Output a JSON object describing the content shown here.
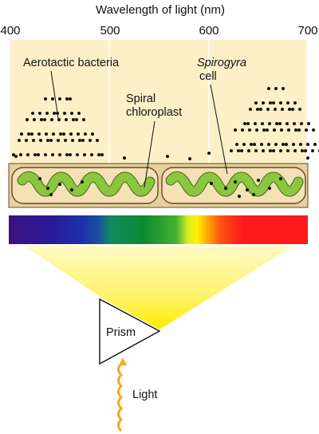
{
  "axis": {
    "title": "Wavelength of light (nm)",
    "ticks": [
      "400",
      "500",
      "600",
      "700"
    ]
  },
  "labels": {
    "bacteria": "Aerotactic bacteria",
    "spirogyra": "Spirogyra",
    "cell": "cell",
    "spiral": "Spiral",
    "chloroplast": "chloroplast",
    "prism": "Prism",
    "light": "Light"
  },
  "colors": {
    "panel_bg": "#fbf0c8",
    "cell_fill": "#f5dfb8",
    "cell_stroke": "#6b4a1e",
    "chloroplast": "#8cc63f",
    "chloroplast_stroke": "#3f6b1a",
    "bacteria_dot": "#111111",
    "light_beam": "#fff200",
    "light_arrow": "#f7a823",
    "spectrum": [
      "#3b1a8c",
      "#1a3aa8",
      "#1a8c3a",
      "#fff200",
      "#ff2020"
    ]
  }
}
